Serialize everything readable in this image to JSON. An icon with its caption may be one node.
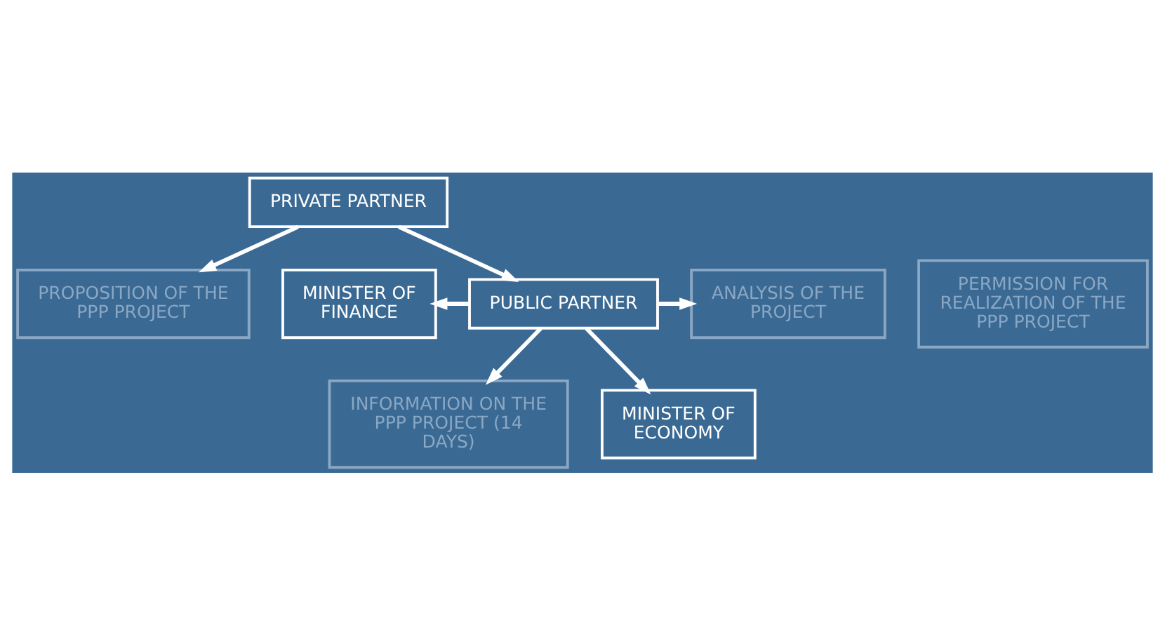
{
  "diagram": {
    "nodes": [
      {
        "text": [
          "PRIVATE PARTNER"
        ]
      },
      {
        "text": [
          "PROPOSITION OF THE PPP PROJECT"
        ]
      },
      {
        "text": [
          "PERMISSION FOR REALIZATION OF THE PPP PROJECT"
        ]
      },
      {
        "text": [
          "MINISTER OF FINANCE"
        ]
      },
      {
        "text": [
          "PUBLIC PARTNER"
        ]
      },
      {
        "text": [
          "ANALYSIS OF THE PROJECT"
        ]
      },
      {
        "text": [
          "INFORMATION ON THE PPP PROJECT (14 DAYS)"
        ]
      },
      {
        "text": [
          "MINISTER OF ECONOMY"
        ]
      }
    ],
    "edges": [
      {
        "from": 0,
        "to": 4,
        "arrow": "to"
      },
      {
        "from": 0,
        "to": 1,
        "arrow": "to"
      },
      {
        "from": 4,
        "to": 3,
        "arrow": "to"
      },
      {
        "from": 4,
        "to": 5,
        "arrow": "to"
      },
      {
        "from": 4,
        "to": 7,
        "arrow": "to"
      },
      {
        "from": 4,
        "to": 6,
        "arrow": "to"
      }
    ]
  }
}
